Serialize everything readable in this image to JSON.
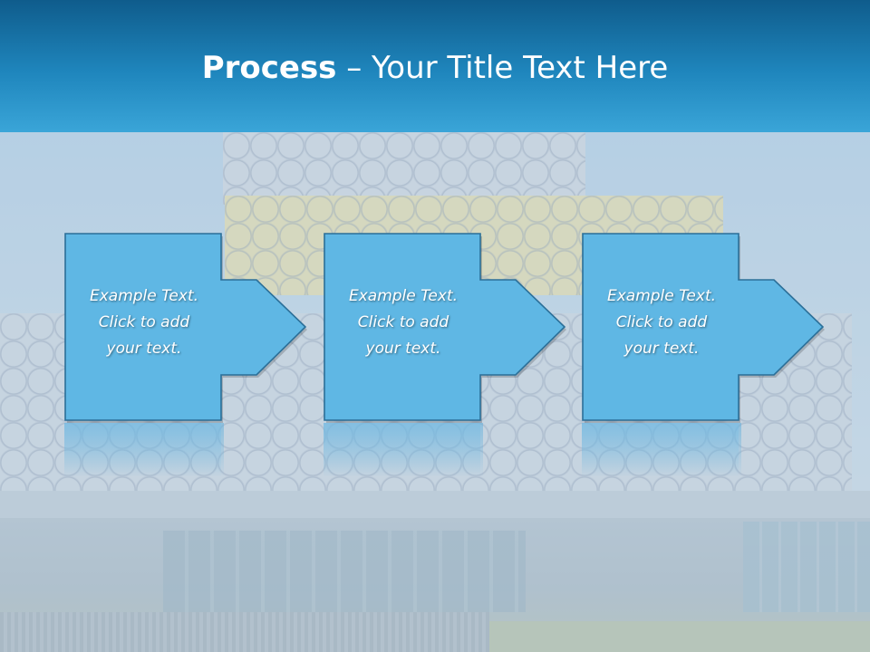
{
  "slide": {
    "title_bold": "Process",
    "title_rest": " – Your Title Text Here"
  },
  "steps": [
    {
      "lines": [
        "Example Text.",
        "Click  to add",
        "your text."
      ]
    },
    {
      "lines": [
        "Example Text.",
        "Click  to add",
        "your text."
      ]
    },
    {
      "lines": [
        "Example Text.",
        "Click  to add",
        "your text."
      ]
    }
  ],
  "colors": {
    "header_top": "#0f5c8c",
    "header_bottom": "#3aa5d8",
    "arrow_fill": "#5fb7e4",
    "arrow_stroke": "#2b6f98"
  }
}
